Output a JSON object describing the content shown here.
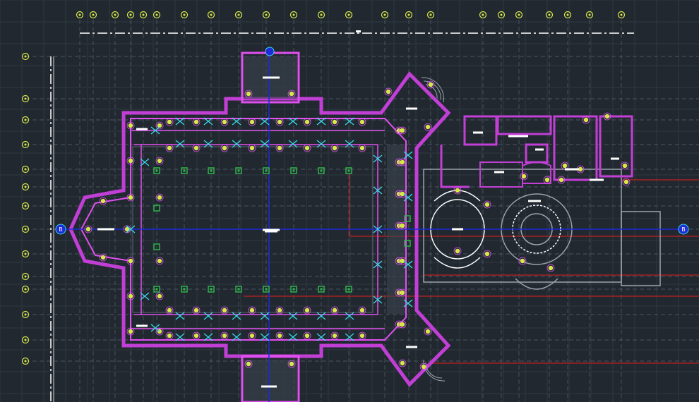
{
  "colors": {
    "background": "#212830",
    "grid": "#2e3741",
    "axis": "#5b6470",
    "wall": "#c23fd6",
    "wall_inner": "#e050f0",
    "fixture": "#d8e84a",
    "fixture_ring": "#39d8e8",
    "column": "#2fb34a",
    "centerline": "#1d2bd8",
    "section": "#c02020",
    "outline": "#9aa3ad",
    "label": "#ffffff"
  },
  "grid_top": {
    "markers": 23
  },
  "grid_left": {
    "markers": 14
  },
  "section_marker": {
    "label": "B"
  }
}
